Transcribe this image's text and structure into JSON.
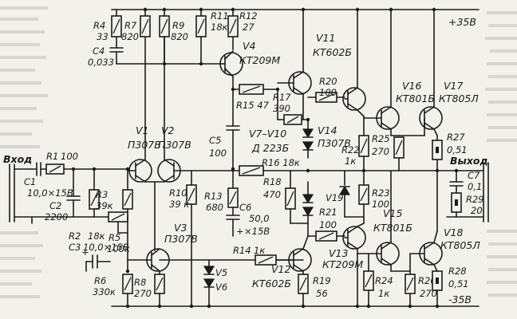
{
  "rails": {
    "pos": "+35В",
    "neg": "-35В"
  },
  "io": {
    "input": "Вход",
    "output": "Выход"
  },
  "labels": {
    "r4": "R4",
    "r4v": "33",
    "r7": "R7",
    "r7v": "820",
    "r9": "R9",
    "r9v": "820",
    "r11": "R11",
    "r11v": "18к",
    "r12": "R12",
    "r12v": "27",
    "c4": "C4",
    "c4v": "0,033",
    "v4": "V4",
    "v4t": "КТ209М",
    "v11": "V11",
    "v11t": "КТ602Б",
    "r15": "R15 47",
    "r17": "R17",
    "r17v": "390",
    "r20": "R20",
    "r20v": "100",
    "v16": "V16",
    "v16t": "КТ801Б",
    "v17": "V17",
    "v17t": "КТ805Л",
    "v14": "V14",
    "v14t": "П307В",
    "r22": "R22",
    "r22v": "1к",
    "r25": "R25",
    "r25v": "270",
    "r27": "R27",
    "r27v": "0,51",
    "c7": "C7",
    "c7v": "0,1",
    "r29": "R29",
    "r29v": "20",
    "v1": "V1",
    "v1t": "П307В",
    "v2": "V2",
    "v2t": "П307В",
    "c5": "C5",
    "c5v": "100",
    "v7v10": "V7–V10",
    "d223": "Д 223Б",
    "r16": "R16 18к",
    "r1": "R1",
    "r1v": "100",
    "c1": "C1",
    "c1v": "10,0×15В",
    "c2": "C2",
    "c2v": "2200",
    "r3": "R3",
    "r3v": "39к",
    "r10": "R10",
    "r10v": "39 к",
    "r13": "R13",
    "r13v": "680",
    "r18": "R18",
    "r18v": "470",
    "c6": "C6",
    "c6v": "50,0",
    "c6v2": "×15В",
    "v19": "V19",
    "r23": "R23",
    "r23v": "100",
    "r21": "R21",
    "r21v": "100",
    "v15": "V15",
    "v15t": "КТ801Б",
    "r2": "R2",
    "r2v": "18к",
    "c3": "C3",
    "c3v": "10,0×15В",
    "r5": "R5",
    "r5v": "100к",
    "v3": "V3",
    "v3t": "П307В",
    "r14": "R14",
    "r14v": "1к",
    "v13": "V13",
    "v13t": "КТ209М",
    "v12": "V12",
    "v12t": "КТ602Б",
    "r19": "R19",
    "r19v": "56",
    "v18": "V18",
    "v18t": "КТ805Л",
    "r28": "R28",
    "r28v": "0,51",
    "r6": "R6",
    "r6v": "330к",
    "r8": "R8",
    "r8v": "270",
    "v5": "V5",
    "v6": "V6",
    "r24": "R24",
    "r24v": "1к",
    "r26": "R26",
    "r26v": "270"
  }
}
